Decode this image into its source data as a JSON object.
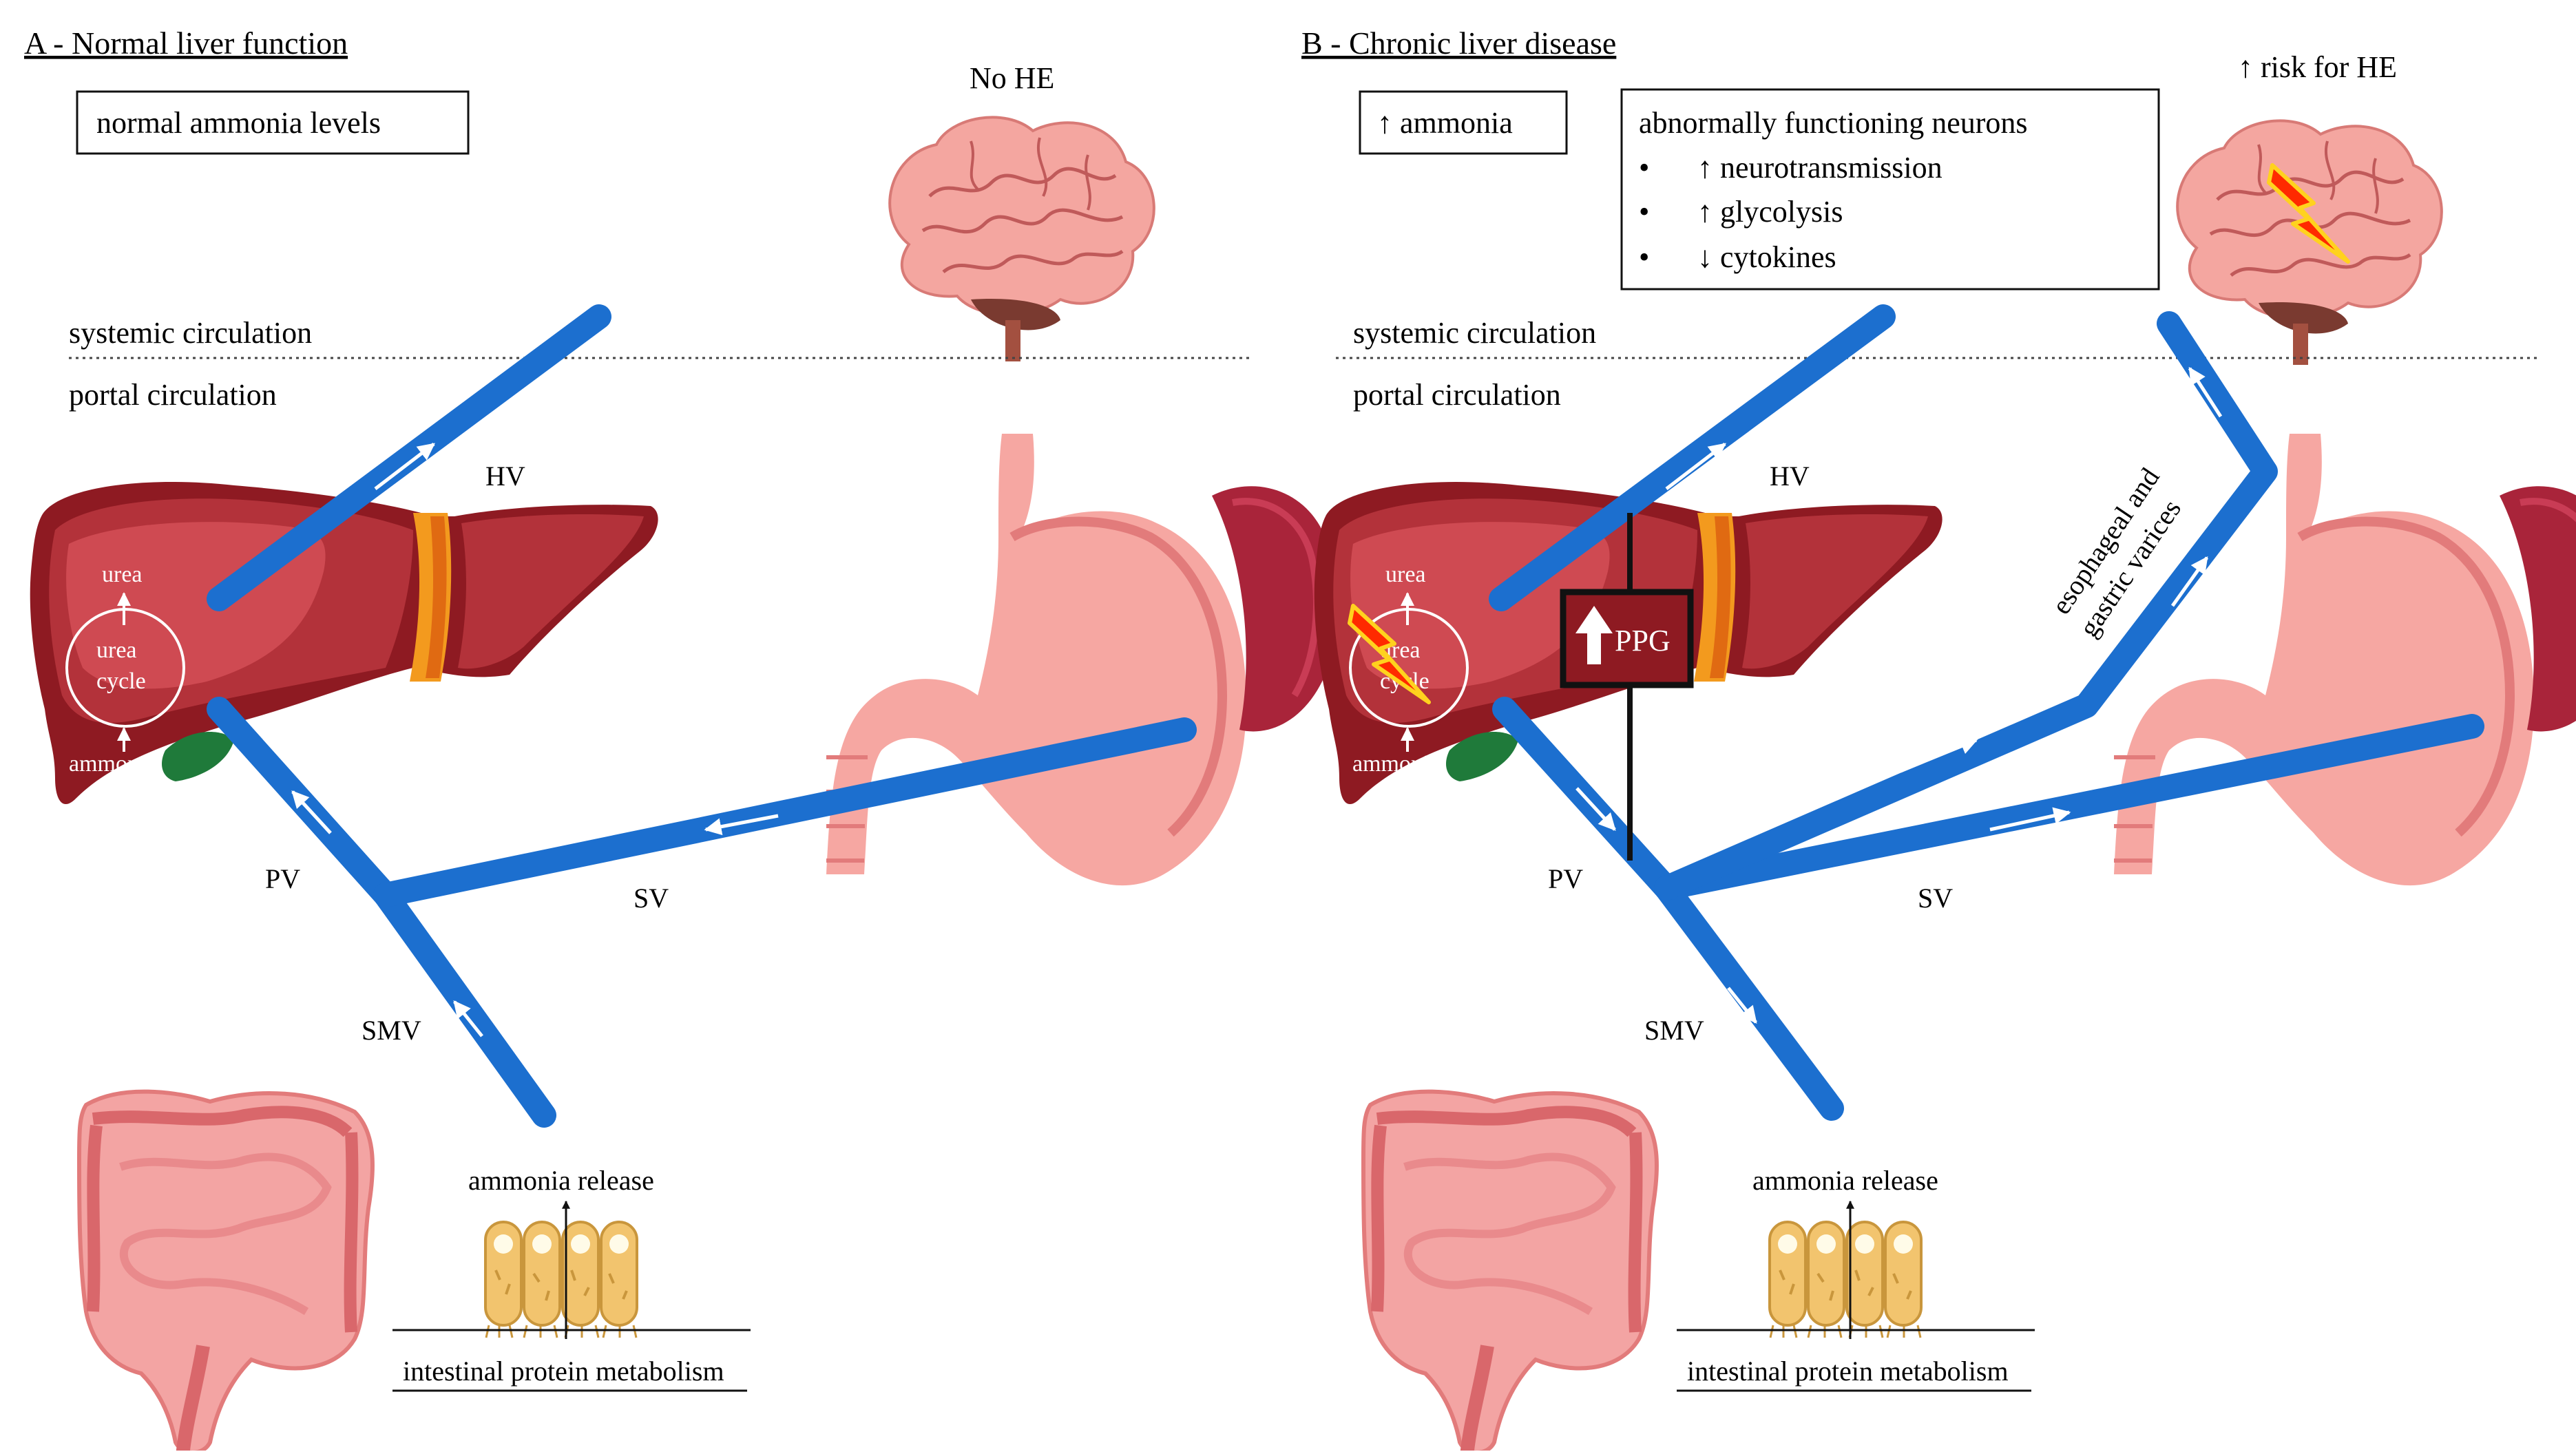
{
  "panel_a": {
    "title": "A - Normal liver function",
    "ammonia_box": "normal ammonia levels",
    "brain_status": "No HE",
    "systemic": "systemic circulation",
    "portal": "portal circulation",
    "urea": "urea",
    "urea_cycle_1": "urea",
    "urea_cycle_2": "cycle",
    "ammonia": "ammonia",
    "hv": "HV",
    "pv": "PV",
    "sv": "SV",
    "smv": "SMV",
    "ammonia_release": "ammonia release",
    "intestinal": "intestinal protein metabolism"
  },
  "panel_b": {
    "title": "B - Chronic liver disease",
    "ammonia_box": "↑ ammonia",
    "neurons_title": "abnormally functioning neurons",
    "neurons_items": [
      "↑ neurotransmission",
      "↑ glycolysis",
      "↓ cytokines"
    ],
    "bullet": "•",
    "brain_status": "↑ risk for HE",
    "systemic": "systemic circulation",
    "portal": "portal circulation",
    "urea": "urea",
    "urea_cycle_1": "urea",
    "urea_cycle_2": "cycle",
    "ammonia": "ammonia",
    "ppg": "PPG",
    "varices_1": "esophageal and",
    "varices_2": "gastric varices",
    "hv": "HV",
    "pv": "PV",
    "sv": "SV",
    "smv": "SMV",
    "ammonia_release": "ammonia release",
    "intestinal": "intestinal protein metabolism"
  },
  "colors": {
    "vessel": "#1c6fcf",
    "liver_dark": "#8e1a22",
    "liver_mid": "#b3323a",
    "liver_light": "#cf4a52",
    "gallbladder_band": "#f39a1e",
    "gallbladder": "#1f7a3a",
    "stomach": "#f6a7a2",
    "stomach_dark": "#e27b7b",
    "spleen": "#a9243a",
    "brain": "#f4a6a0",
    "brain_line": "#c05a5a",
    "intestine": "#f3a4a3",
    "villi": "#f2c46e",
    "lightning": "#ff2a00"
  }
}
